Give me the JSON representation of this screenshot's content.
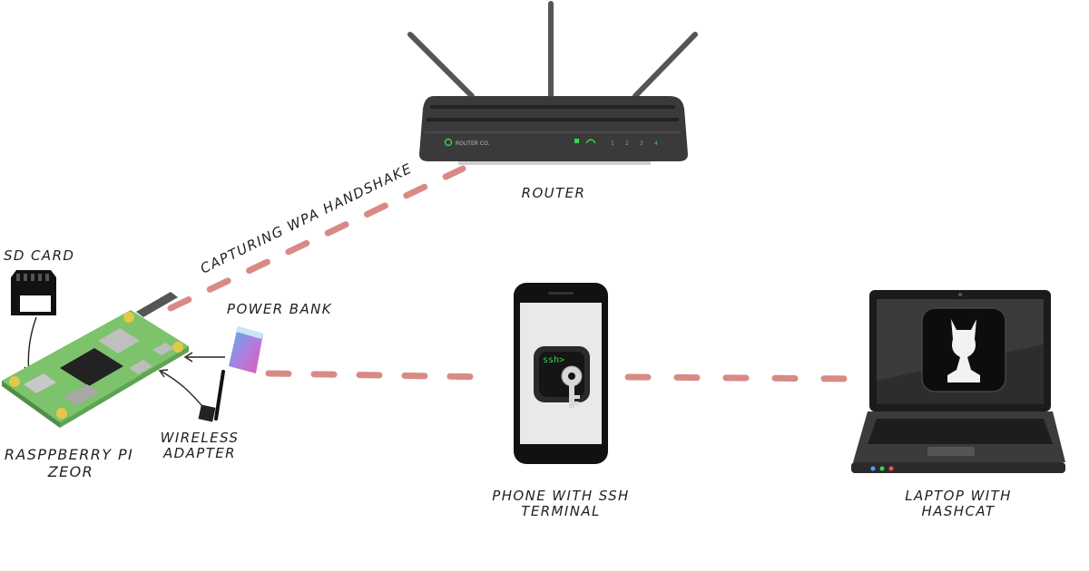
{
  "labels": {
    "router": "ROUTER",
    "capturing": "CAPTURING WPA HANDSHAKE",
    "sd_card": "SD CARD",
    "power_bank": "POWER BANK",
    "wireless_line1": "WIRELESS",
    "wireless_line2": "ADAPTER",
    "pi_line1": "RASPPBERRY PI",
    "pi_line2": "ZEOR",
    "phone_line1": "PHONE WITH SSH",
    "phone_line2": "TERMINAL",
    "laptop_line1": "LAPTOP WITH",
    "laptop_line2": "HASHCAT"
  },
  "router_device": {
    "brand": "ROUTER CO.",
    "ports": [
      "1",
      "2",
      "3",
      "4"
    ]
  },
  "phone_app": {
    "prompt": "ssh>"
  },
  "colors": {
    "dashed_link": "#d88a85",
    "board_green": "#7cc36b",
    "led_green": "#39d64b"
  }
}
